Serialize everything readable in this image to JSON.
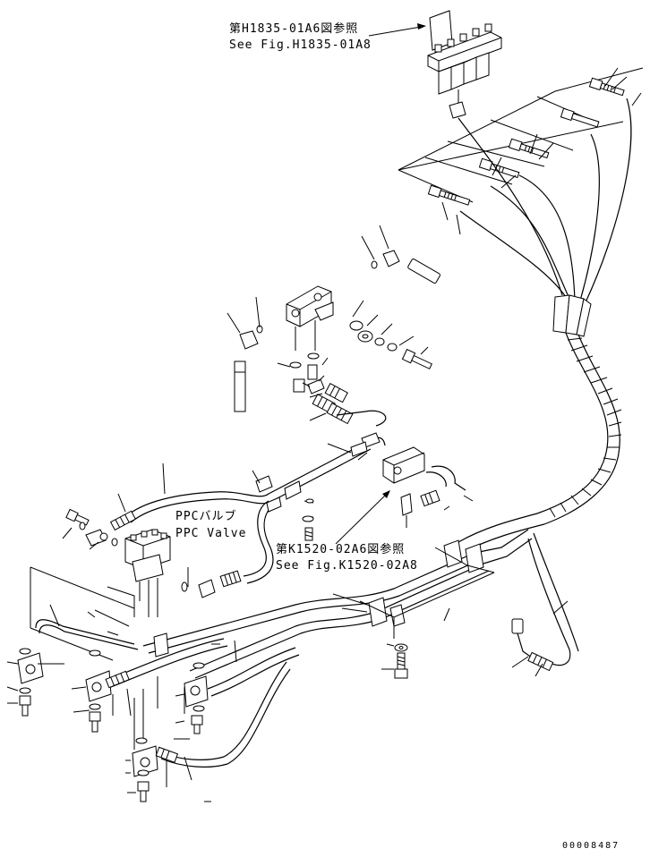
{
  "annotations": {
    "h1835_jp": "第H1835-01A6図参照",
    "h1835_en": "See Fig.H1835-01A8",
    "ppc_jp": "PPCバルブ",
    "ppc_en": "PPC Valve",
    "k1520_jp": "第K1520-02A6図参照",
    "k1520_en": "See Fig.K1520-02A8"
  },
  "part_number": "00008487"
}
